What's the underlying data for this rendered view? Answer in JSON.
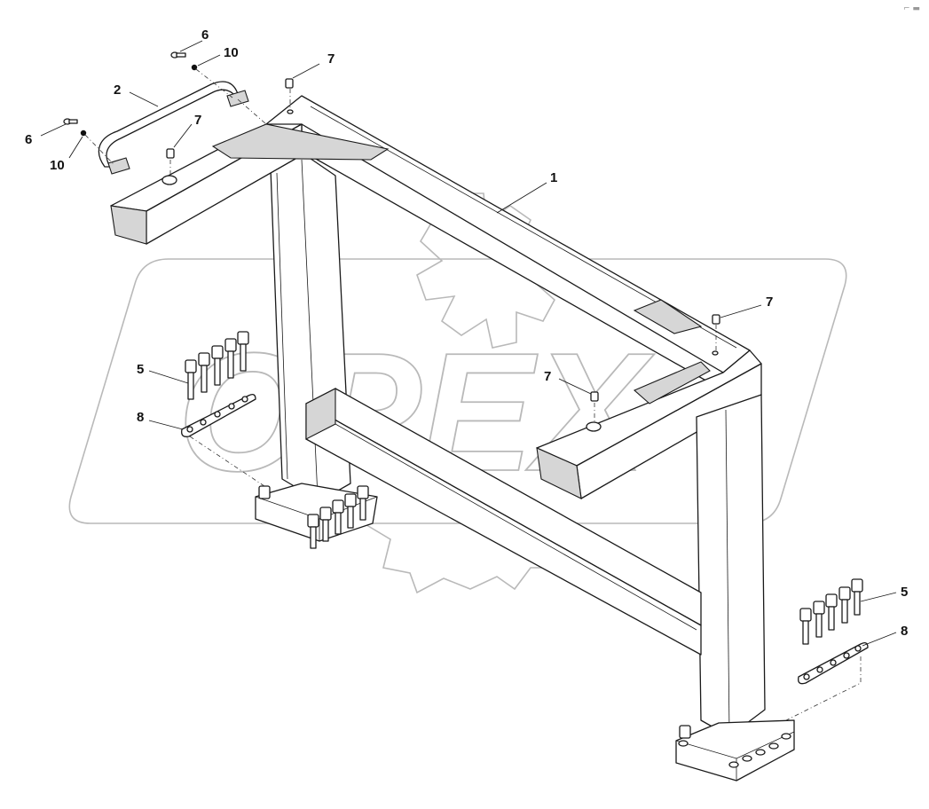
{
  "watermark": {
    "text": "OPEX"
  },
  "corner_mark": "⌐ ▬",
  "callouts": {
    "frame": "1",
    "handle": "2",
    "bolts_left": "5",
    "bolts_right": "5",
    "screw_top": "6",
    "screw_left": "6",
    "screw_top_center": "7",
    "screw_handle": "7",
    "screw_right_top": "7",
    "screw_right_mid": "7",
    "plate_left": "8",
    "plate_right": "8",
    "washer_top": "10",
    "washer_left": "10"
  }
}
